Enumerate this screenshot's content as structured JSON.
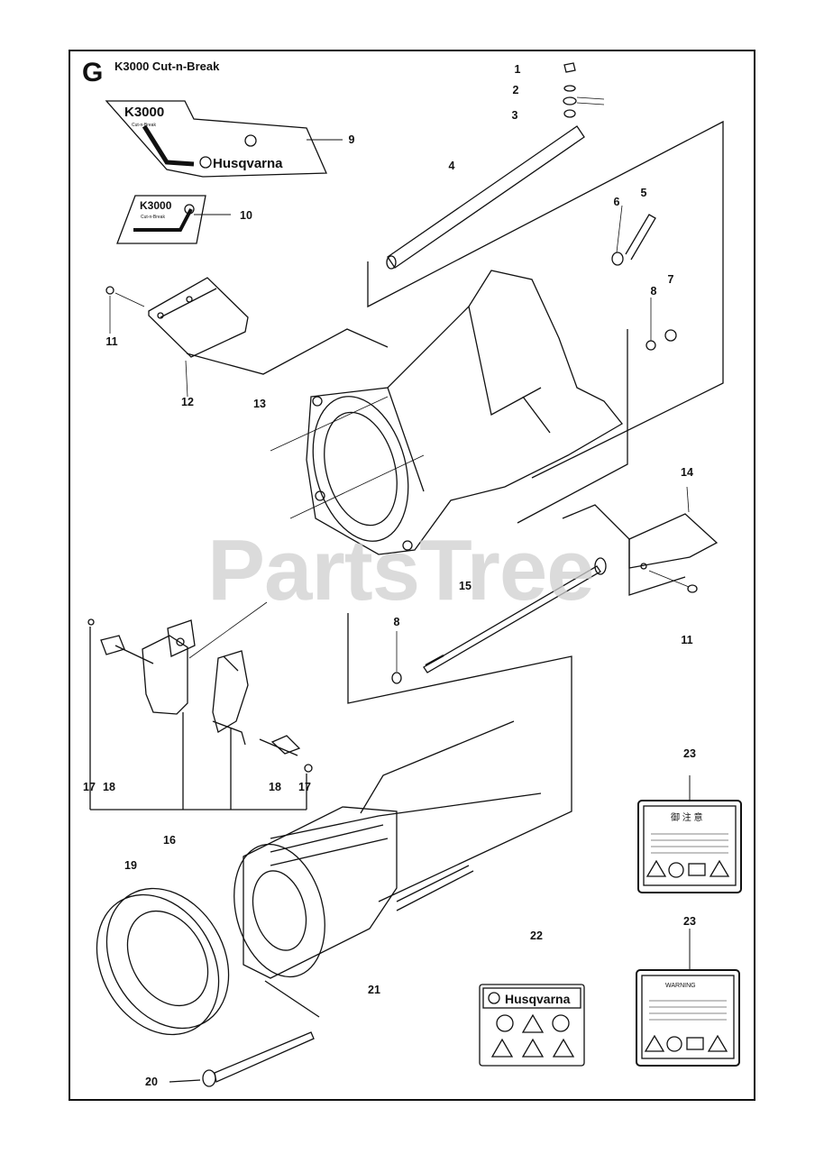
{
  "section": {
    "letter": "G",
    "title": "K3000 Cut-n-Break"
  },
  "watermark": "PartsTree",
  "decals": {
    "model_large": "K3000",
    "model_large_sub": "Cut-n-Break",
    "brand_large": "Husqvarna",
    "model_small": "K3000",
    "model_small_sub": "Cut-n-Break",
    "brand_label": "Husqvarna",
    "warning_jp_title": "御 注 意",
    "warning_en_title": "WARNING"
  },
  "callouts": [
    {
      "id": "c1",
      "text": "1"
    },
    {
      "id": "c2",
      "text": "2"
    },
    {
      "id": "c3",
      "text": "3"
    },
    {
      "id": "c4",
      "text": "4"
    },
    {
      "id": "c5",
      "text": "5"
    },
    {
      "id": "c6",
      "text": "6"
    },
    {
      "id": "c7",
      "text": "7"
    },
    {
      "id": "c8a",
      "text": "8"
    },
    {
      "id": "c9",
      "text": "9"
    },
    {
      "id": "c10",
      "text": "10"
    },
    {
      "id": "c11a",
      "text": "11"
    },
    {
      "id": "c12",
      "text": "12"
    },
    {
      "id": "c13",
      "text": "13"
    },
    {
      "id": "c14",
      "text": "14"
    },
    {
      "id": "c15",
      "text": "15"
    },
    {
      "id": "c8b",
      "text": "8"
    },
    {
      "id": "c11b",
      "text": "11"
    },
    {
      "id": "c17a",
      "text": "17"
    },
    {
      "id": "c18a",
      "text": "18"
    },
    {
      "id": "c18b",
      "text": "18"
    },
    {
      "id": "c17b",
      "text": "17"
    },
    {
      "id": "c16",
      "text": "16"
    },
    {
      "id": "c19",
      "text": "19"
    },
    {
      "id": "c20",
      "text": "20"
    },
    {
      "id": "c21",
      "text": "21"
    },
    {
      "id": "c22",
      "text": "22"
    },
    {
      "id": "c23a",
      "text": "23"
    },
    {
      "id": "c23b",
      "text": "23"
    }
  ]
}
